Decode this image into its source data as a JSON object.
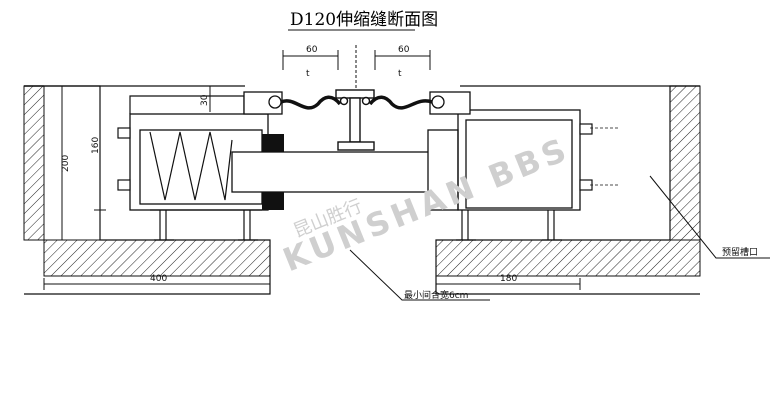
{
  "title": "D120伸缩缝断面图",
  "dimensions": {
    "gap_left_top": "60",
    "gap_right_top": "60",
    "t_left": "t",
    "t_right": "t",
    "depth_30": "30",
    "height_200": "200",
    "height_160": "160",
    "width_400": "400",
    "width_180": "180"
  },
  "annotations": {
    "min_gap": "最小间合宽6cm",
    "reserved_groove": "预留槽口"
  },
  "watermark": {
    "cn": "昆山胜行",
    "en": "KUNSHAN BBS"
  }
}
